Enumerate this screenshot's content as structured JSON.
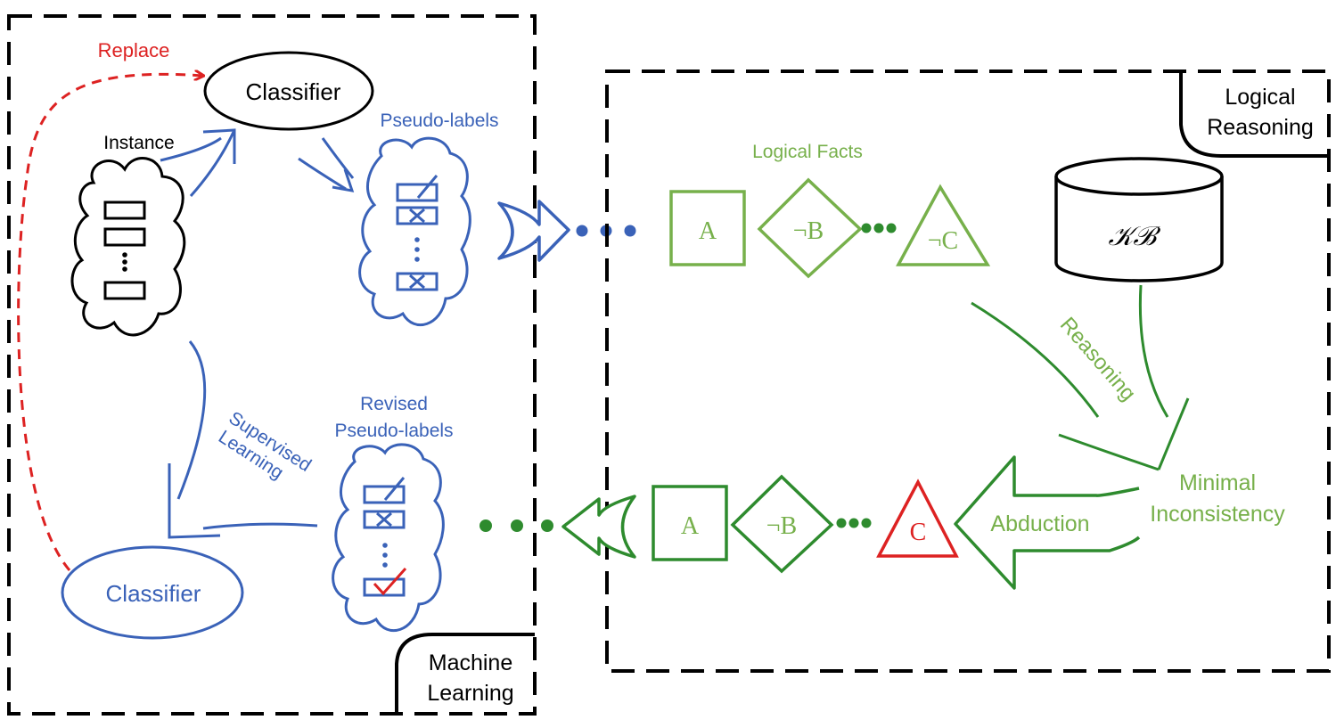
{
  "colors": {
    "black": "#000000",
    "blue": "#3a62b8",
    "light_green": "#77b04b",
    "dark_green": "#2e8b2e",
    "red": "#dd2222",
    "dashed_red": "#dd2222"
  },
  "ml_panel": {
    "label_line1": "Machine",
    "label_line2": "Learning",
    "classifier_top": "Classifier",
    "classifier_bottom": "Classifier",
    "replace_label": "Replace",
    "instance_label": "Instance",
    "pseudo_labels": "Pseudo-labels",
    "revised_line1": "Revised",
    "revised_line2": "Pseudo-labels",
    "supervised_line1": "Supervised",
    "supervised_line2": "Learning"
  },
  "lr_panel": {
    "label_line1": "Logical",
    "label_line2": "Reasoning",
    "logical_facts": "Logical Facts",
    "kb": "𝒦ℬ",
    "reasoning": "Reasoning",
    "minimal_line1": "Minimal",
    "minimal_line2": "Inconsistency",
    "abduction": "Abduction",
    "facts_top": [
      "A",
      "¬B",
      "¬C"
    ],
    "facts_bottom": [
      "A",
      "¬B",
      "C"
    ]
  }
}
